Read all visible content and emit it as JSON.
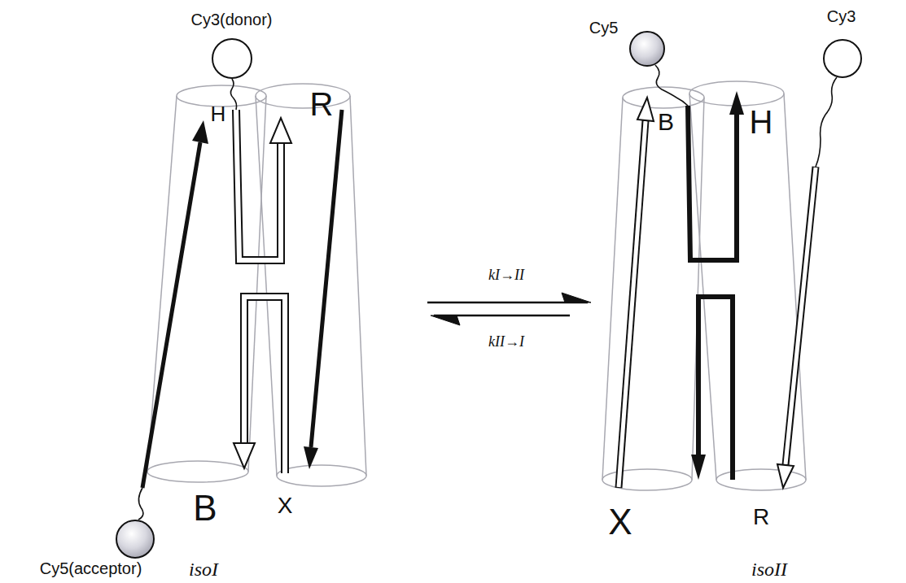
{
  "diagram": {
    "nodes": [
      {
        "text": [
          "Cy3(donor)"
        ]
      },
      {
        "text": [
          "Cy5(acceptor)"
        ]
      },
      {
        "text": [
          "Cy5"
        ]
      },
      {
        "text": [
          "Cy3"
        ]
      }
    ],
    "labels": [
      "H",
      "R",
      "B",
      "X",
      "isoI",
      "B",
      "H",
      "X",
      "R",
      "isoII",
      "kI→II",
      "kII→I"
    ]
  }
}
